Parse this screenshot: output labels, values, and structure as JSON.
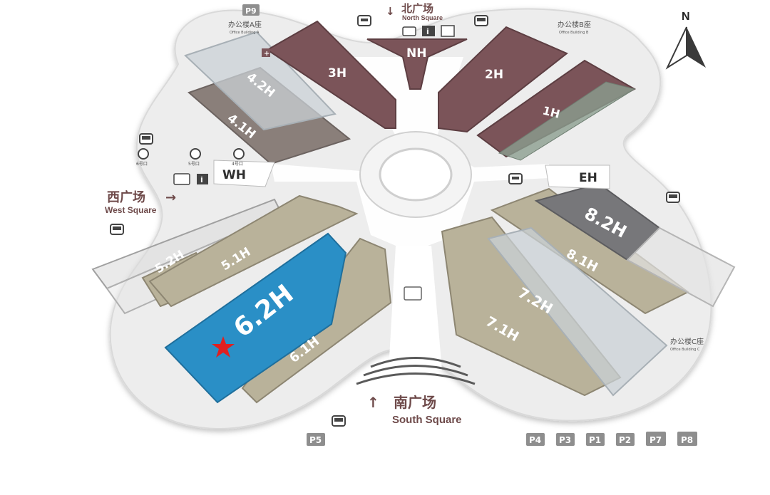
{
  "halls": {
    "h3": "3H",
    "nh": "NH",
    "h2": "2H",
    "h1": "1H",
    "h4_2": "4.2H",
    "h4_1": "4.1H",
    "h5_2": "5.2H",
    "h5_1": "5.1H",
    "h6_2": "6.2H",
    "h6_1": "6.1H",
    "h8_2": "8.2H",
    "h8_1": "8.1H",
    "h7_2": "7.2H",
    "h7_1": "7.1H"
  },
  "gates": {
    "wh": "WH",
    "eh": "EH"
  },
  "squares": {
    "north_cn": "北广场",
    "north_en": "North Square",
    "west_cn": "西广场",
    "west_en": "West Square",
    "south_cn": "南广场",
    "south_en": "South Square"
  },
  "offices": {
    "a_cn": "办公楼A座",
    "a_en": "Office Building A",
    "b_cn": "办公楼B座",
    "b_en": "Office Building B",
    "c_cn": "办公楼C座",
    "c_en": "Office Building C"
  },
  "metro_exits": [
    "6号口",
    "5号口",
    "4号口"
  ],
  "parking": [
    "P9",
    "P5",
    "P4",
    "P3",
    "P1",
    "P2",
    "P7",
    "P8"
  ],
  "compass": "N",
  "highlight_hall": "6.2H",
  "colors": {
    "maroon": "#7b5459",
    "khaki": "#b9b29a",
    "highlight": "#2a8fc6",
    "star": "#e02020",
    "dark_gray": "#77777a",
    "glass": "#c9d0d6",
    "ground": "#efefef",
    "road": "#ffffff"
  },
  "icons": [
    "bus-icon",
    "metro-icon",
    "taxi-icon",
    "info-icon",
    "parking-icon",
    "star-icon",
    "compass-icon",
    "first-aid-icon"
  ]
}
